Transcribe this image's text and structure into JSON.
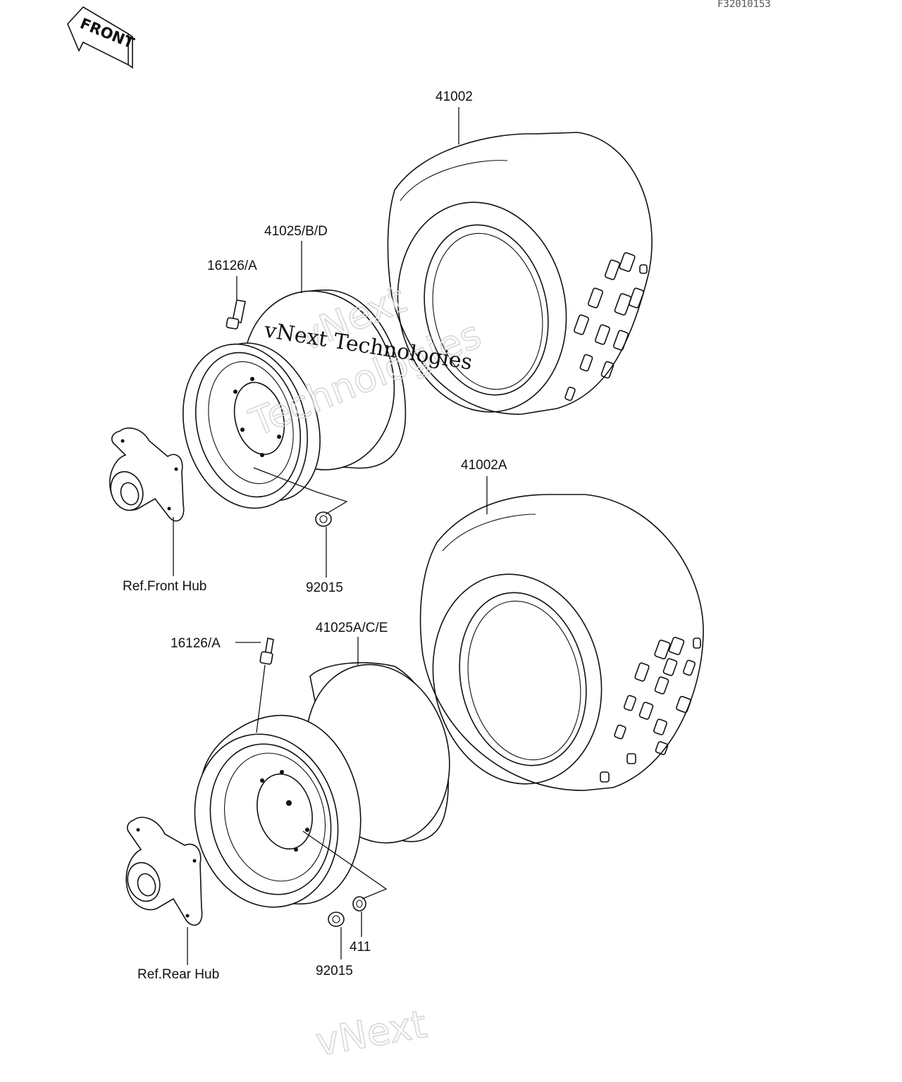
{
  "header": {
    "diagram_code": "F32010153",
    "front_arrow_label": "FRONT"
  },
  "watermark": {
    "text": "vNext Technologies",
    "ghost_line1": "vNext",
    "ghost_line2": "Technologies",
    "bottom_fragment": "vNext"
  },
  "parts": {
    "front_tire": "41002",
    "front_wheel": "41025/B/D",
    "front_valve": "16126/A",
    "front_nut": "92015",
    "front_hub_ref": "Ref.Front Hub",
    "rear_tire": "41002A",
    "rear_wheel": "41025A/C/E",
    "rear_valve": "16126/A",
    "rear_nut": "92015",
    "rear_washer": "411",
    "rear_hub_ref": "Ref.Rear Hub"
  }
}
